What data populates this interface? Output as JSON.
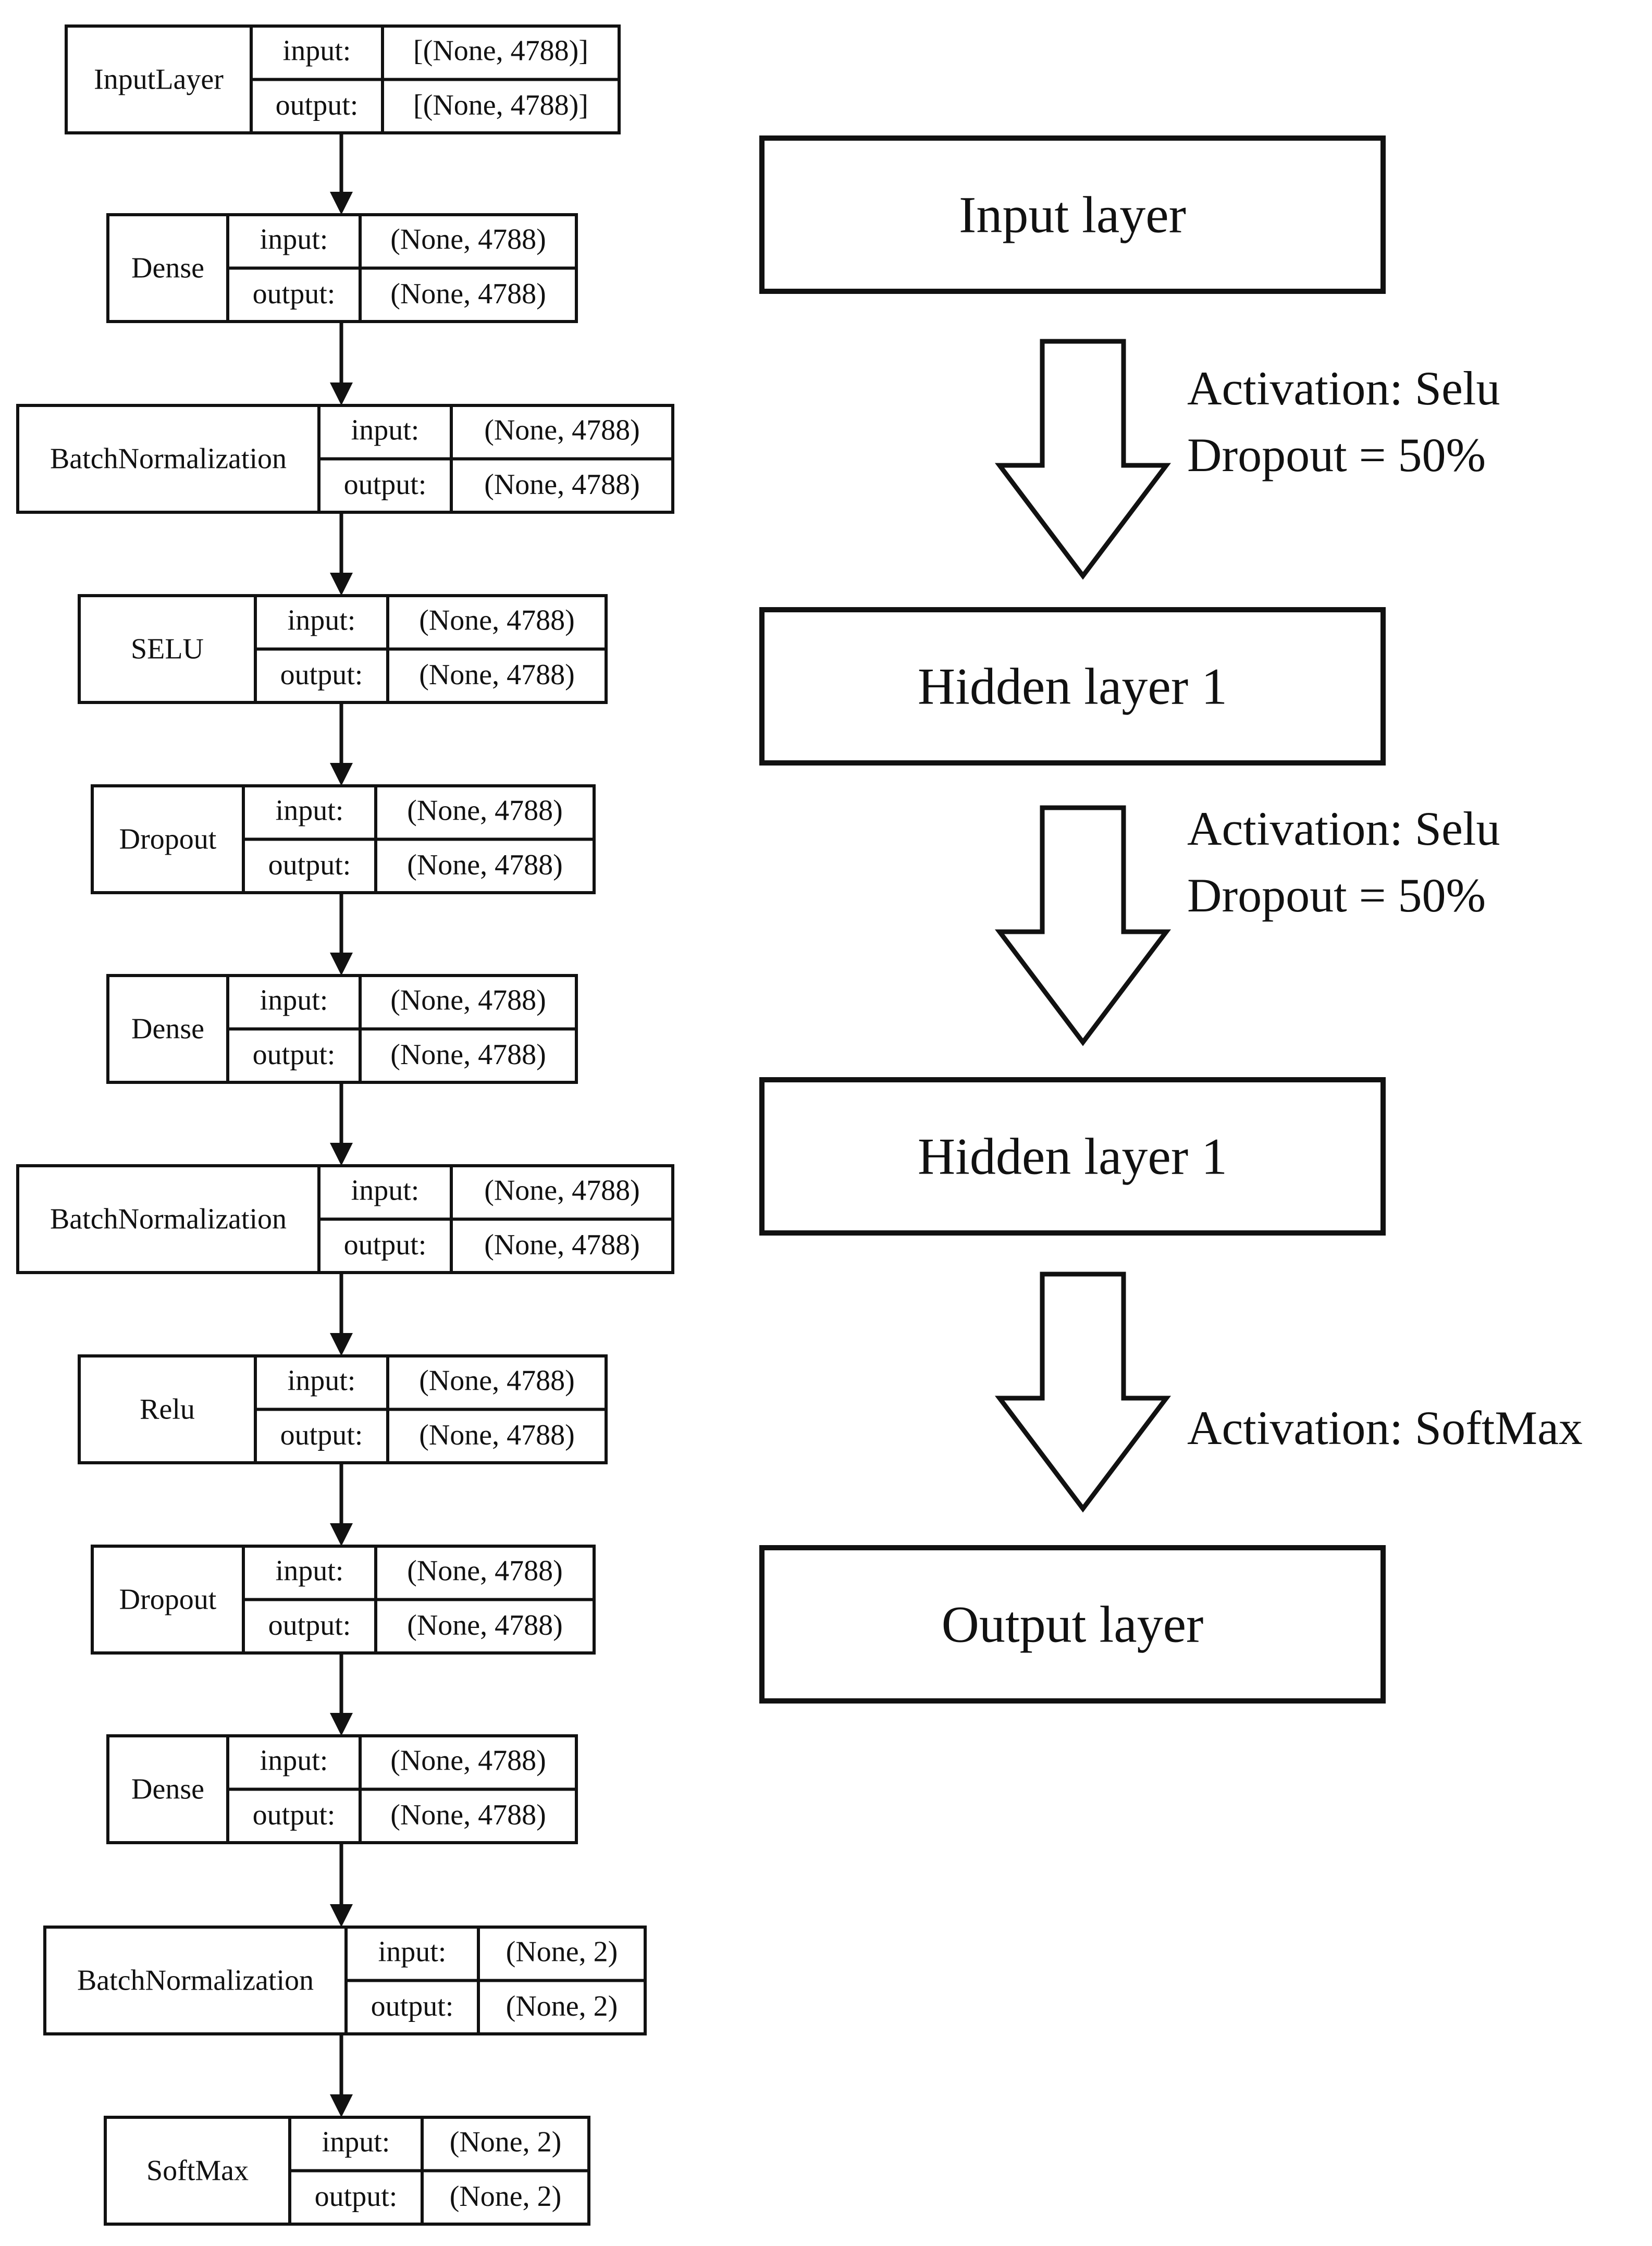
{
  "layers": [
    {
      "name": "InputLayer",
      "input": "[(None, 4788)]",
      "output": "[(None, 4788)]"
    },
    {
      "name": "Dense",
      "input": "(None, 4788)",
      "output": "(None, 4788)"
    },
    {
      "name": "BatchNormalization",
      "input": "(None, 4788)",
      "output": "(None, 4788)"
    },
    {
      "name": "SELU",
      "input": "(None, 4788)",
      "output": "(None, 4788)"
    },
    {
      "name": "Dropout",
      "input": "(None, 4788)",
      "output": "(None, 4788)"
    },
    {
      "name": "Dense",
      "input": "(None, 4788)",
      "output": "(None, 4788)"
    },
    {
      "name": "BatchNormalization",
      "input": "(None, 4788)",
      "output": "(None, 4788)"
    },
    {
      "name": "Relu",
      "input": "(None, 4788)",
      "output": "(None, 4788)"
    },
    {
      "name": "Dropout",
      "input": "(None, 4788)",
      "output": "(None, 4788)"
    },
    {
      "name": "Dense",
      "input": "(None, 4788)",
      "output": "(None, 4788)"
    },
    {
      "name": "BatchNormalization",
      "input": "(None, 2)",
      "output": "(None, 2)"
    },
    {
      "name": "SoftMax",
      "input": "(None, 2)",
      "output": "(None, 2)"
    }
  ],
  "port_labels": {
    "input": "input:",
    "output": "output:"
  },
  "summary_blocks": [
    "Input layer",
    "Hidden layer 1",
    "Hidden layer 1",
    "Output layer"
  ],
  "transitions": [
    {
      "lines": [
        "Activation: Selu",
        "Dropout = 50%"
      ]
    },
    {
      "lines": [
        "Activation: Selu",
        "Dropout = 50%"
      ]
    },
    {
      "lines": [
        "Activation: SoftMax"
      ]
    }
  ]
}
